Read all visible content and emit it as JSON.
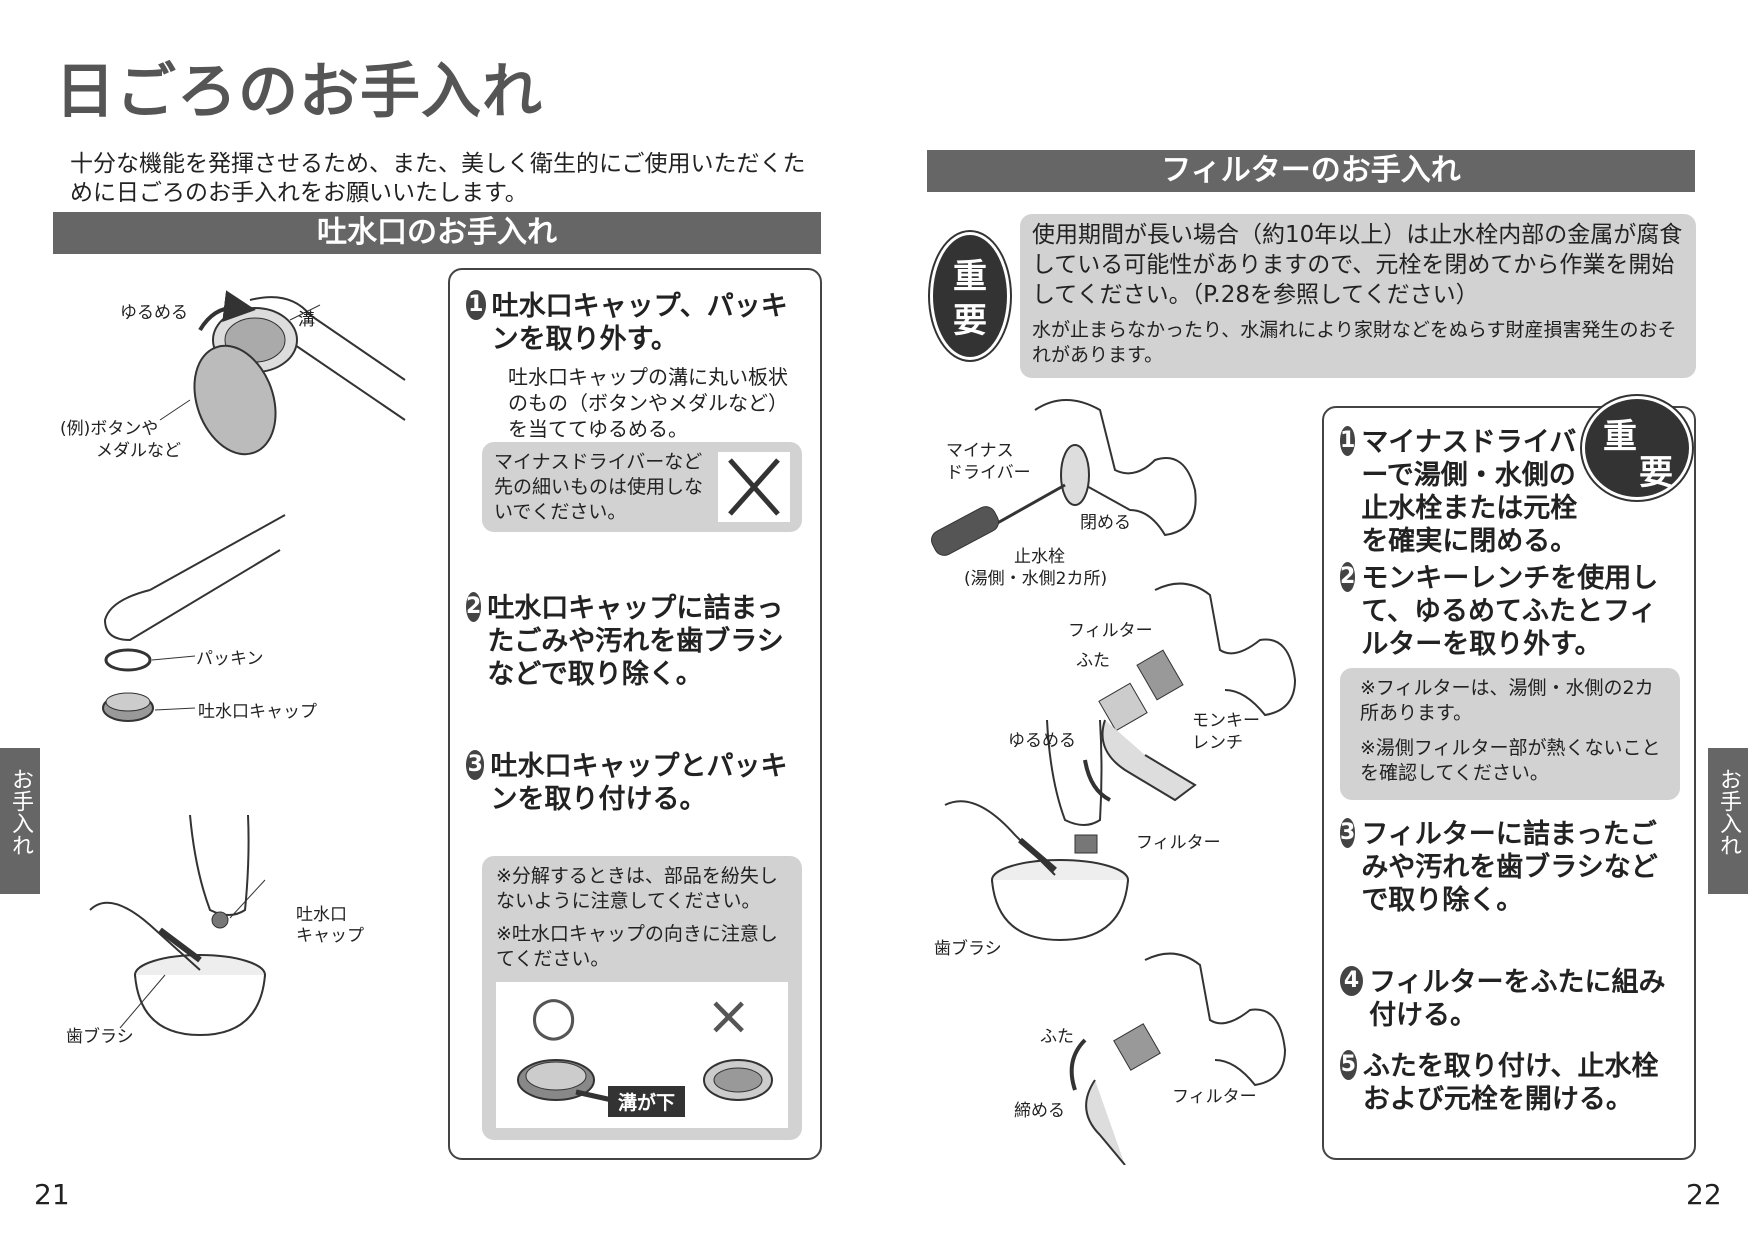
{
  "page_title": "日ごろのお手入れ",
  "intro": "十分な機能を発揮させるため、また、美しく衛生的にご使用いただくために日ごろのお手入れをお願いいたします。",
  "left": {
    "section_title": "吐水口のお手入れ",
    "labels": {
      "loosen": "ゆるめる",
      "groove": "溝",
      "example": "(例)ボタンや",
      "example2": "メダルなど",
      "packing": "パッキン",
      "cap": "吐水口キャップ",
      "cap2a": "吐水口",
      "cap2b": "キャップ",
      "toothbrush": "歯ブラシ"
    },
    "steps": [
      {
        "num": "1",
        "text": "吐水口キャップ、パッキンを取り外す。",
        "sub": "吐水口キャップの溝に丸い板状のもの（ボタンやメダルなど）を当ててゆるめる。"
      },
      {
        "num": "2",
        "text": "吐水口キャップに詰まったごみや汚れを歯ブラシなどで取り除く。"
      },
      {
        "num": "3",
        "text": "吐水口キャップとパッキンを取り付ける。"
      }
    ],
    "warn1": "マイナスドライバーなど先の細いものは使用しないでください。",
    "notes": [
      "※分解するときは、部品を紛失しないように注意してください。",
      "※吐水口キャップの向きに注意してください。"
    ],
    "ok_mark": "○",
    "ng_mark": "×",
    "groove_down": "溝が下"
  },
  "right": {
    "section_title": "フィルターのお手入れ",
    "important": "重要",
    "important_1": "重",
    "important_2": "要",
    "important_text": "使用期間が長い場合（約10年以上）は止水栓内部の金属が腐食している可能性がありますので、元栓を閉めてから作業を開始してください。（P.28を参照してください）",
    "important_sub": "水が止まらなかったり、水漏れにより家財などをぬらす財産損害発生のおそれがあります。",
    "labels": {
      "screwdriver": "マイナス",
      "screwdriver2": "ドライバー",
      "close": "閉める",
      "stopcock": "止水栓",
      "stopcock2": "(湯側・水側2カ所)",
      "filter": "フィルター",
      "lid": "ふた",
      "loosen": "ゆるめる",
      "wrench": "モンキー",
      "wrench2": "レンチ",
      "toothbrush": "歯ブラシ",
      "tighten": "締める"
    },
    "steps": [
      {
        "num": "1",
        "text": "マイナスドライバーで湯側・水側の止水栓または元栓を確実に閉める。"
      },
      {
        "num": "2",
        "text": "モンキーレンチを使用して、ゆるめてふたとフィルターを取り外す。"
      },
      {
        "num": "3",
        "text": "フィルターに詰まったごみや汚れを歯ブラシなどで取り除く。"
      },
      {
        "num": "4",
        "text": "フィルターをふたに組み付ける。"
      },
      {
        "num": "5",
        "text": "ふたを取り付け、止水栓および元栓を開ける。"
      }
    ],
    "notes": [
      "※フィルターは、湯側・水側の2カ所あります。",
      "※湯側フィルター部が熱くないことを確認してください。"
    ]
  },
  "side_tab": "お手入れ",
  "page_left": "21",
  "page_right": "22"
}
